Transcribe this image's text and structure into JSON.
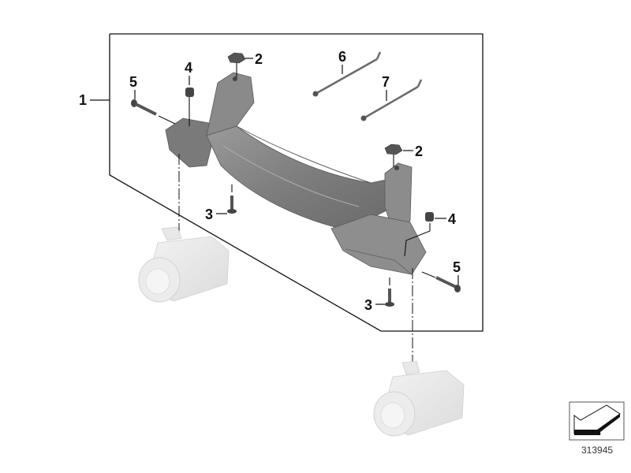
{
  "diagram": {
    "type": "exploded-parts-diagram",
    "diagram_number": "313945",
    "callouts": [
      {
        "id": "c1",
        "label": "1",
        "part": "bracket-assembly"
      },
      {
        "id": "c2a",
        "label": "2",
        "part": "cap-nut-top-left"
      },
      {
        "id": "c2b",
        "label": "2",
        "part": "cap-nut-right"
      },
      {
        "id": "c3a",
        "label": "3",
        "part": "screw-left"
      },
      {
        "id": "c3b",
        "label": "3",
        "part": "screw-right"
      },
      {
        "id": "c4a",
        "label": "4",
        "part": "nut-left"
      },
      {
        "id": "c4b",
        "label": "4",
        "part": "nut-right"
      },
      {
        "id": "c5a",
        "label": "5",
        "part": "bolt-left"
      },
      {
        "id": "c5b",
        "label": "5",
        "part": "bolt-right"
      },
      {
        "id": "c6",
        "label": "6",
        "part": "cable-tie-1"
      },
      {
        "id": "c7",
        "label": "7",
        "part": "cable-tie-2"
      }
    ],
    "colors": {
      "part_dark": "#6e6e6e",
      "part_mid": "#8a8a8a",
      "part_light": "#a8a8a8",
      "ghost_part": "#e6e6e6",
      "line": "#111111"
    }
  }
}
